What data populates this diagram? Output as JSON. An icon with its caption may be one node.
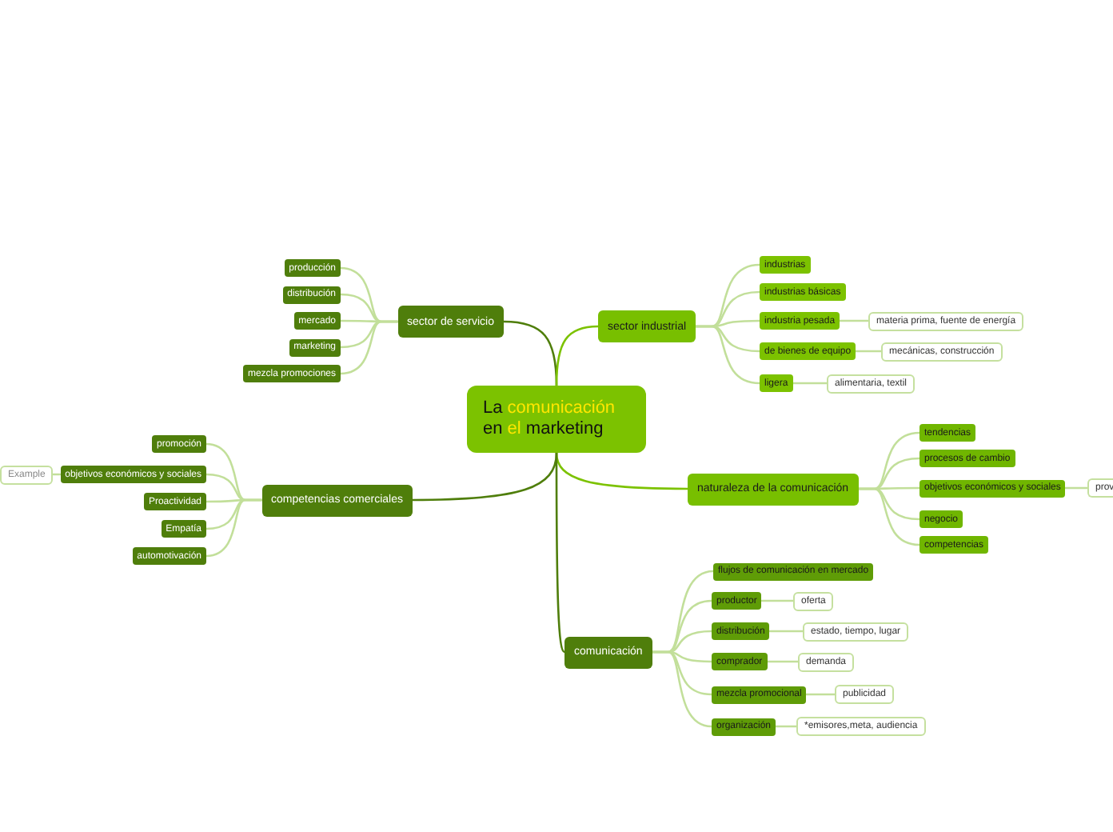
{
  "diagram": {
    "nodes": [
      {
        "text": [
          "La **comunicación** en **el** marketing"
        ]
      },
      {
        "text": [
          "sector de servicio"
        ]
      },
      {
        "text": [
          "producción"
        ]
      },
      {
        "text": [
          "distribución"
        ]
      },
      {
        "text": [
          "mercado"
        ]
      },
      {
        "text": [
          "marketing"
        ]
      },
      {
        "text": [
          "mezcla promociones"
        ]
      },
      {
        "text": [
          "sector industrial"
        ]
      },
      {
        "text": [
          "industrias"
        ]
      },
      {
        "text": [
          "industrias básicas"
        ]
      },
      {
        "text": [
          "industria pesada"
        ]
      },
      {
        "text": [
          "materia prima, fuente de energía"
        ]
      },
      {
        "text": [
          "de bienes de equipo"
        ]
      },
      {
        "text": [
          "mecánicas, construcción"
        ]
      },
      {
        "text": [
          "ligera"
        ]
      },
      {
        "text": [
          "alimentaria, textil"
        ]
      },
      {
        "text": [
          "competencias comerciales"
        ]
      },
      {
        "text": [
          "promoción"
        ]
      },
      {
        "text": [
          "objetivos económicos y sociales"
        ]
      },
      {
        "text": [
          "Example"
        ]
      },
      {
        "text": [
          "Proactividad"
        ]
      },
      {
        "text": [
          "Empatía"
        ]
      },
      {
        "text": [
          "automotivación"
        ]
      },
      {
        "text": [
          "naturaleza de la comunicación"
        ]
      },
      {
        "text": [
          "tendencias"
        ]
      },
      {
        "text": [
          "procesos de cambio"
        ]
      },
      {
        "text": [
          "objetivos económicos y sociales"
        ]
      },
      {
        "text": [
          "prov"
        ]
      },
      {
        "text": [
          "negocio"
        ]
      },
      {
        "text": [
          "competencias"
        ]
      },
      {
        "text": [
          "comunicación"
        ]
      },
      {
        "text": [
          "flujos de comunicación en mercado"
        ]
      },
      {
        "text": [
          "productor"
        ]
      },
      {
        "text": [
          "oferta"
        ]
      },
      {
        "text": [
          "distribución"
        ]
      },
      {
        "text": [
          "estado, tiempo, lugar"
        ]
      },
      {
        "text": [
          "comprador"
        ]
      },
      {
        "text": [
          "demanda"
        ]
      },
      {
        "text": [
          "mezcla promocional"
        ]
      },
      {
        "text": [
          "publicidad"
        ]
      },
      {
        "text": [
          "organización"
        ]
      },
      {
        "text": [
          "*emisores,meta, audiencia"
        ]
      }
    ],
    "edges": [
      {
        "from": 0,
        "to": 1,
        "arrow": "none",
        "color": "#4f7e0b"
      },
      {
        "from": 0,
        "to": 7,
        "arrow": "none",
        "color": "#7cc200"
      },
      {
        "from": 0,
        "to": 16,
        "arrow": "none",
        "color": "#4f7e0b"
      },
      {
        "from": 0,
        "to": 23,
        "arrow": "none",
        "color": "#7cc200"
      },
      {
        "from": 0,
        "to": 30,
        "arrow": "none",
        "color": "#4f7e0b"
      },
      {
        "from": 1,
        "to": 2,
        "arrow": "none"
      },
      {
        "from": 1,
        "to": 3,
        "arrow": "none"
      },
      {
        "from": 1,
        "to": 4,
        "arrow": "none"
      },
      {
        "from": 1,
        "to": 5,
        "arrow": "none"
      },
      {
        "from": 1,
        "to": 6,
        "arrow": "none"
      },
      {
        "from": 7,
        "to": 8,
        "arrow": "none"
      },
      {
        "from": 7,
        "to": 9,
        "arrow": "none"
      },
      {
        "from": 7,
        "to": 10,
        "arrow": "none"
      },
      {
        "from": 10,
        "to": 11,
        "arrow": "none"
      },
      {
        "from": 7,
        "to": 12,
        "arrow": "none"
      },
      {
        "from": 12,
        "to": 13,
        "arrow": "none"
      },
      {
        "from": 7,
        "to": 14,
        "arrow": "none"
      },
      {
        "from": 14,
        "to": 15,
        "arrow": "none"
      },
      {
        "from": 16,
        "to": 17,
        "arrow": "none"
      },
      {
        "from": 16,
        "to": 18,
        "arrow": "none"
      },
      {
        "from": 18,
        "to": 19,
        "arrow": "none"
      },
      {
        "from": 16,
        "to": 20,
        "arrow": "none"
      },
      {
        "from": 16,
        "to": 21,
        "arrow": "none"
      },
      {
        "from": 16,
        "to": 22,
        "arrow": "none"
      },
      {
        "from": 23,
        "to": 24,
        "arrow": "none"
      },
      {
        "from": 23,
        "to": 25,
        "arrow": "none"
      },
      {
        "from": 23,
        "to": 26,
        "arrow": "none"
      },
      {
        "from": 26,
        "to": 27,
        "arrow": "none"
      },
      {
        "from": 23,
        "to": 28,
        "arrow": "none"
      },
      {
        "from": 23,
        "to": 29,
        "arrow": "none"
      },
      {
        "from": 30,
        "to": 31,
        "arrow": "none"
      },
      {
        "from": 30,
        "to": 32,
        "arrow": "none"
      },
      {
        "from": 32,
        "to": 33,
        "arrow": "none"
      },
      {
        "from": 30,
        "to": 34,
        "arrow": "none"
      },
      {
        "from": 34,
        "to": 35,
        "arrow": "none"
      },
      {
        "from": 30,
        "to": 36,
        "arrow": "none"
      },
      {
        "from": 36,
        "to": 37,
        "arrow": "none"
      },
      {
        "from": 30,
        "to": 38,
        "arrow": "none"
      },
      {
        "from": 38,
        "to": 39,
        "arrow": "none"
      },
      {
        "from": 30,
        "to": 40,
        "arrow": "none"
      },
      {
        "from": 40,
        "to": 41,
        "arrow": "none"
      }
    ]
  }
}
